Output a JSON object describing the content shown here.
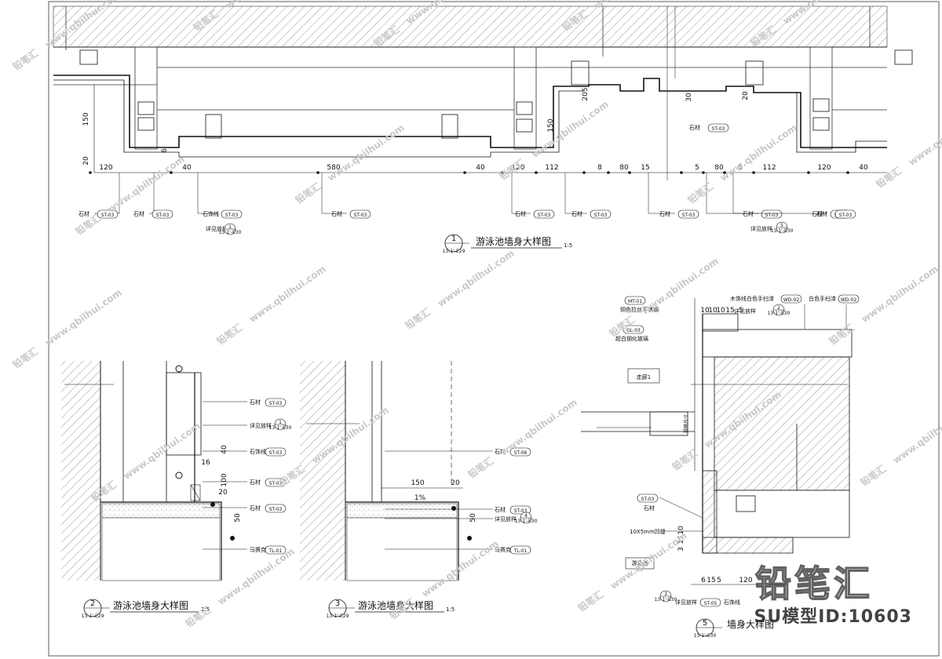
{
  "drawing": {
    "detail1": {
      "number": "1",
      "sheet_ref": "13-1'-E29",
      "title": "游泳池墙身大样图",
      "scale": "1:5"
    },
    "detail2": {
      "number": "2",
      "sheet_ref": "13-1'-E29",
      "title": "游泳池墙身大样图",
      "scale": "1:5"
    },
    "detail3": {
      "number": "3",
      "sheet_ref": "13-1'-E29",
      "title": "游泳池墙身大样图",
      "scale": "1:5"
    },
    "detail5": {
      "number": "5",
      "sheet_ref": "13-1'-E30",
      "title": "墙身大样图"
    }
  },
  "top_dims": [
    "120",
    "40",
    "580",
    "40",
    "120",
    "112",
    "8",
    "80",
    "15",
    "5",
    "80",
    "8",
    "112",
    "120",
    "40"
  ],
  "top_vdims": [
    "150",
    "20",
    "6",
    "150",
    "205",
    "30",
    "20"
  ],
  "top_callouts": [
    {
      "text": "石材",
      "tag": "ST-03"
    },
    {
      "text": "石材",
      "tag": "ST-03"
    },
    {
      "text": "石饰线",
      "tag": "ST-03"
    },
    {
      "text": "石材",
      "tag": "ST-03"
    },
    {
      "text": "石材",
      "tag": "ST-03"
    },
    {
      "text": "石材",
      "tag": "ST-03"
    },
    {
      "text": "石材",
      "tag": "ST-03"
    },
    {
      "text": "石材",
      "tag": "ST-03"
    },
    {
      "text": "石材",
      "tag": "ST-03"
    },
    {
      "text": "石材",
      "tag": "ST-03"
    },
    {
      "text": "石材",
      "tag": "ST-03"
    }
  ],
  "see_detail": "详见放样",
  "ref1": {
    "num": "1",
    "sheet": "13-1'-E30"
  },
  "ref5": {
    "num": "5",
    "sheet": "13-1'-E30"
  },
  "d2": {
    "labels": [
      {
        "text": "石材",
        "tag": "ST-03"
      },
      {
        "text": "详见放样",
        "num": "1",
        "sheet": "13-1'-E30"
      },
      {
        "text": "石饰线",
        "tag": "ST-03"
      },
      {
        "text": "石材",
        "tag": "ST-03"
      },
      {
        "text": "石材",
        "tag": "ST-03"
      },
      {
        "text": "马赛克",
        "tag": "TL-01"
      }
    ],
    "dims": [
      "40",
      "16",
      "100",
      "20",
      "50"
    ]
  },
  "d3": {
    "labels": [
      {
        "text": "石材",
        "tag": "ST-06"
      },
      {
        "text": "石材",
        "tag": "ST-03"
      },
      {
        "text": "详见放样",
        "num": "4",
        "sheet": "13-1'-E30"
      },
      {
        "text": "马赛克",
        "tag": "TL-01"
      }
    ],
    "dims": [
      "150",
      "20",
      "1%",
      "50"
    ]
  },
  "d5": {
    "top_labels": [
      {
        "tag": "MT-01",
        "text": "铜色拉丝不锈钢"
      },
      {
        "tag": "GL-03",
        "text": "超白钢化玻璃"
      },
      {
        "text": "木饰线白色手扫漆",
        "tag": "WD-02"
      },
      {
        "text": "白色手扫漆",
        "tag": "WD-02"
      },
      {
        "text": "详见放样",
        "num": "2",
        "sheet": "13-1'-E30"
      }
    ],
    "top_dims": [
      "10",
      "10",
      "10",
      "15",
      "5"
    ],
    "room_corridor": "走廊1",
    "room_pool": "游泳池",
    "vertical_text": "规格尺寸",
    "stone_label": {
      "tag": "ST-03",
      "text": "石材"
    },
    "gap_note": "10X5mm凹缝",
    "side_dims": [
      "3",
      "15",
      "10"
    ],
    "bottom_dims": [
      "6",
      "15",
      "5",
      "120"
    ],
    "bottom_labels": [
      {
        "text": "详见放样",
        "num": "3",
        "sheet": "13-1'-E30"
      },
      {
        "text": "石饰线",
        "tag": "ST-05"
      }
    ]
  },
  "watermark": {
    "site": "www.qbilhui.com",
    "brand": "铅笔汇"
  },
  "stamp_logo": "铅笔汇",
  "stamp_id": "SU模型ID:10603"
}
